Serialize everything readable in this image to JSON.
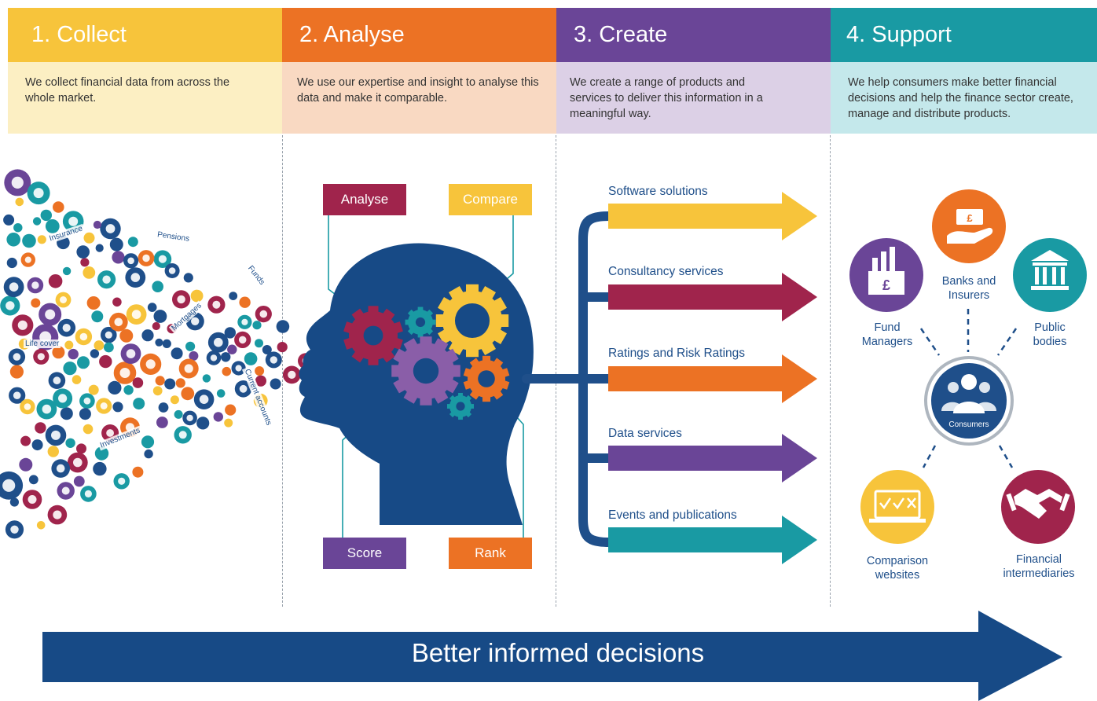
{
  "steps": [
    {
      "title": "1. Collect",
      "description": "We collect financial data from across the whole market.",
      "header_color": "#f7c43b",
      "bg_color": "#fcefc3"
    },
    {
      "title": "2. Analyse",
      "description": "We use our expertise and insight to analyse this data and make it comparable.",
      "header_color": "#ec7224",
      "bg_color": "#f9d9c2"
    },
    {
      "title": "3. Create",
      "description": "We create a range of products and services to deliver this information in a meaningful way.",
      "header_color": "#6a4597",
      "bg_color": "#dcd0e6"
    },
    {
      "title": "4. Support",
      "description": "We help consumers make better financial decisions and help the finance sector create, manage and distribute products.",
      "header_color": "#199aa3",
      "bg_color": "#c4e8eb"
    }
  ],
  "collect_words": [
    "Insurance",
    "Pensions",
    "Funds",
    "Mortgages",
    "Life cover",
    "Current accounts",
    "Investments"
  ],
  "analyse_tags": [
    {
      "label": "Analyse",
      "color": "#a0244c"
    },
    {
      "label": "Compare",
      "color": "#f7c43b"
    },
    {
      "label": "Score",
      "color": "#6a4597"
    },
    {
      "label": "Rank",
      "color": "#ec7224"
    }
  ],
  "products": [
    {
      "label": "Software solutions",
      "color": "#f7c43b"
    },
    {
      "label": "Consultancy services",
      "color": "#a0244c"
    },
    {
      "label": "Ratings and Risk Ratings",
      "color": "#ec7224"
    },
    {
      "label": "Data services",
      "color": "#6a4597"
    },
    {
      "label": "Events and publications",
      "color": "#199aa3"
    }
  ],
  "support": {
    "center": "Consumers",
    "fund_managers": "Fund\nManagers",
    "banks": "Banks and\nInsurers",
    "public": "Public\nbodies",
    "comparison": "Comparison\nwebsites",
    "intermediaries": "Financial\nintermediaries"
  },
  "bottom_banner": "Better informed decisions",
  "colors": {
    "navy": "#1f4f8a",
    "dark_navy": "#174a86"
  }
}
